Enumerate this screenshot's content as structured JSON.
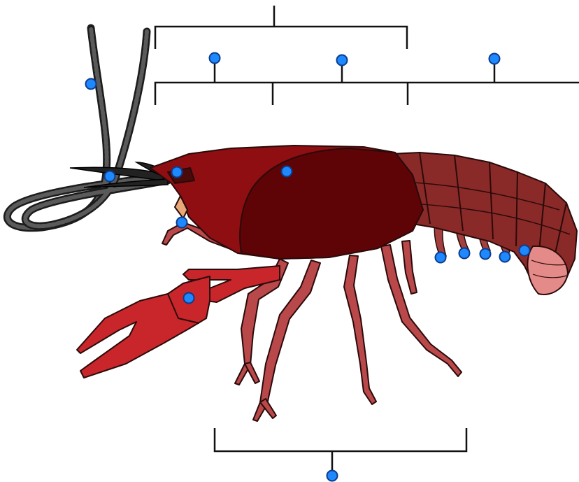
{
  "figure": {
    "subject": "crayfish",
    "colors": {
      "background": "#ffffff",
      "outline": "#2a0a0a",
      "carapace_front": "#8e0e12",
      "carapace_rear": "#5e0406",
      "abdomen": "#8a2a28",
      "abdomen_light": "#9a3a36",
      "legs": "#b8484a",
      "claw": "#c8262a",
      "antennae": "#3a3a3a",
      "telson": "#e48a88",
      "mouthparts": "#e8a878",
      "marker_fill": "#1e88ff",
      "marker_stroke": "#0b3c8c",
      "bracket": "#111111"
    },
    "marker_icon": "blue-dot-icon",
    "markers": [
      {
        "id": "antennae"
      },
      {
        "id": "antennules"
      },
      {
        "id": "rostrum"
      },
      {
        "id": "carapace"
      },
      {
        "id": "mouthparts"
      },
      {
        "id": "cheliped"
      },
      {
        "id": "swimmeret-1"
      },
      {
        "id": "swimmeret-2"
      },
      {
        "id": "swimmeret-3"
      },
      {
        "id": "swimmeret-4"
      },
      {
        "id": "swimmeret-5"
      },
      {
        "id": "head-region"
      },
      {
        "id": "thorax-region"
      },
      {
        "id": "abdomen-region"
      },
      {
        "id": "walking-legs"
      }
    ],
    "brackets": [
      {
        "id": "cephalothorax-bracket"
      },
      {
        "id": "body-regions-bracket"
      },
      {
        "id": "walking-legs-bracket"
      }
    ]
  }
}
